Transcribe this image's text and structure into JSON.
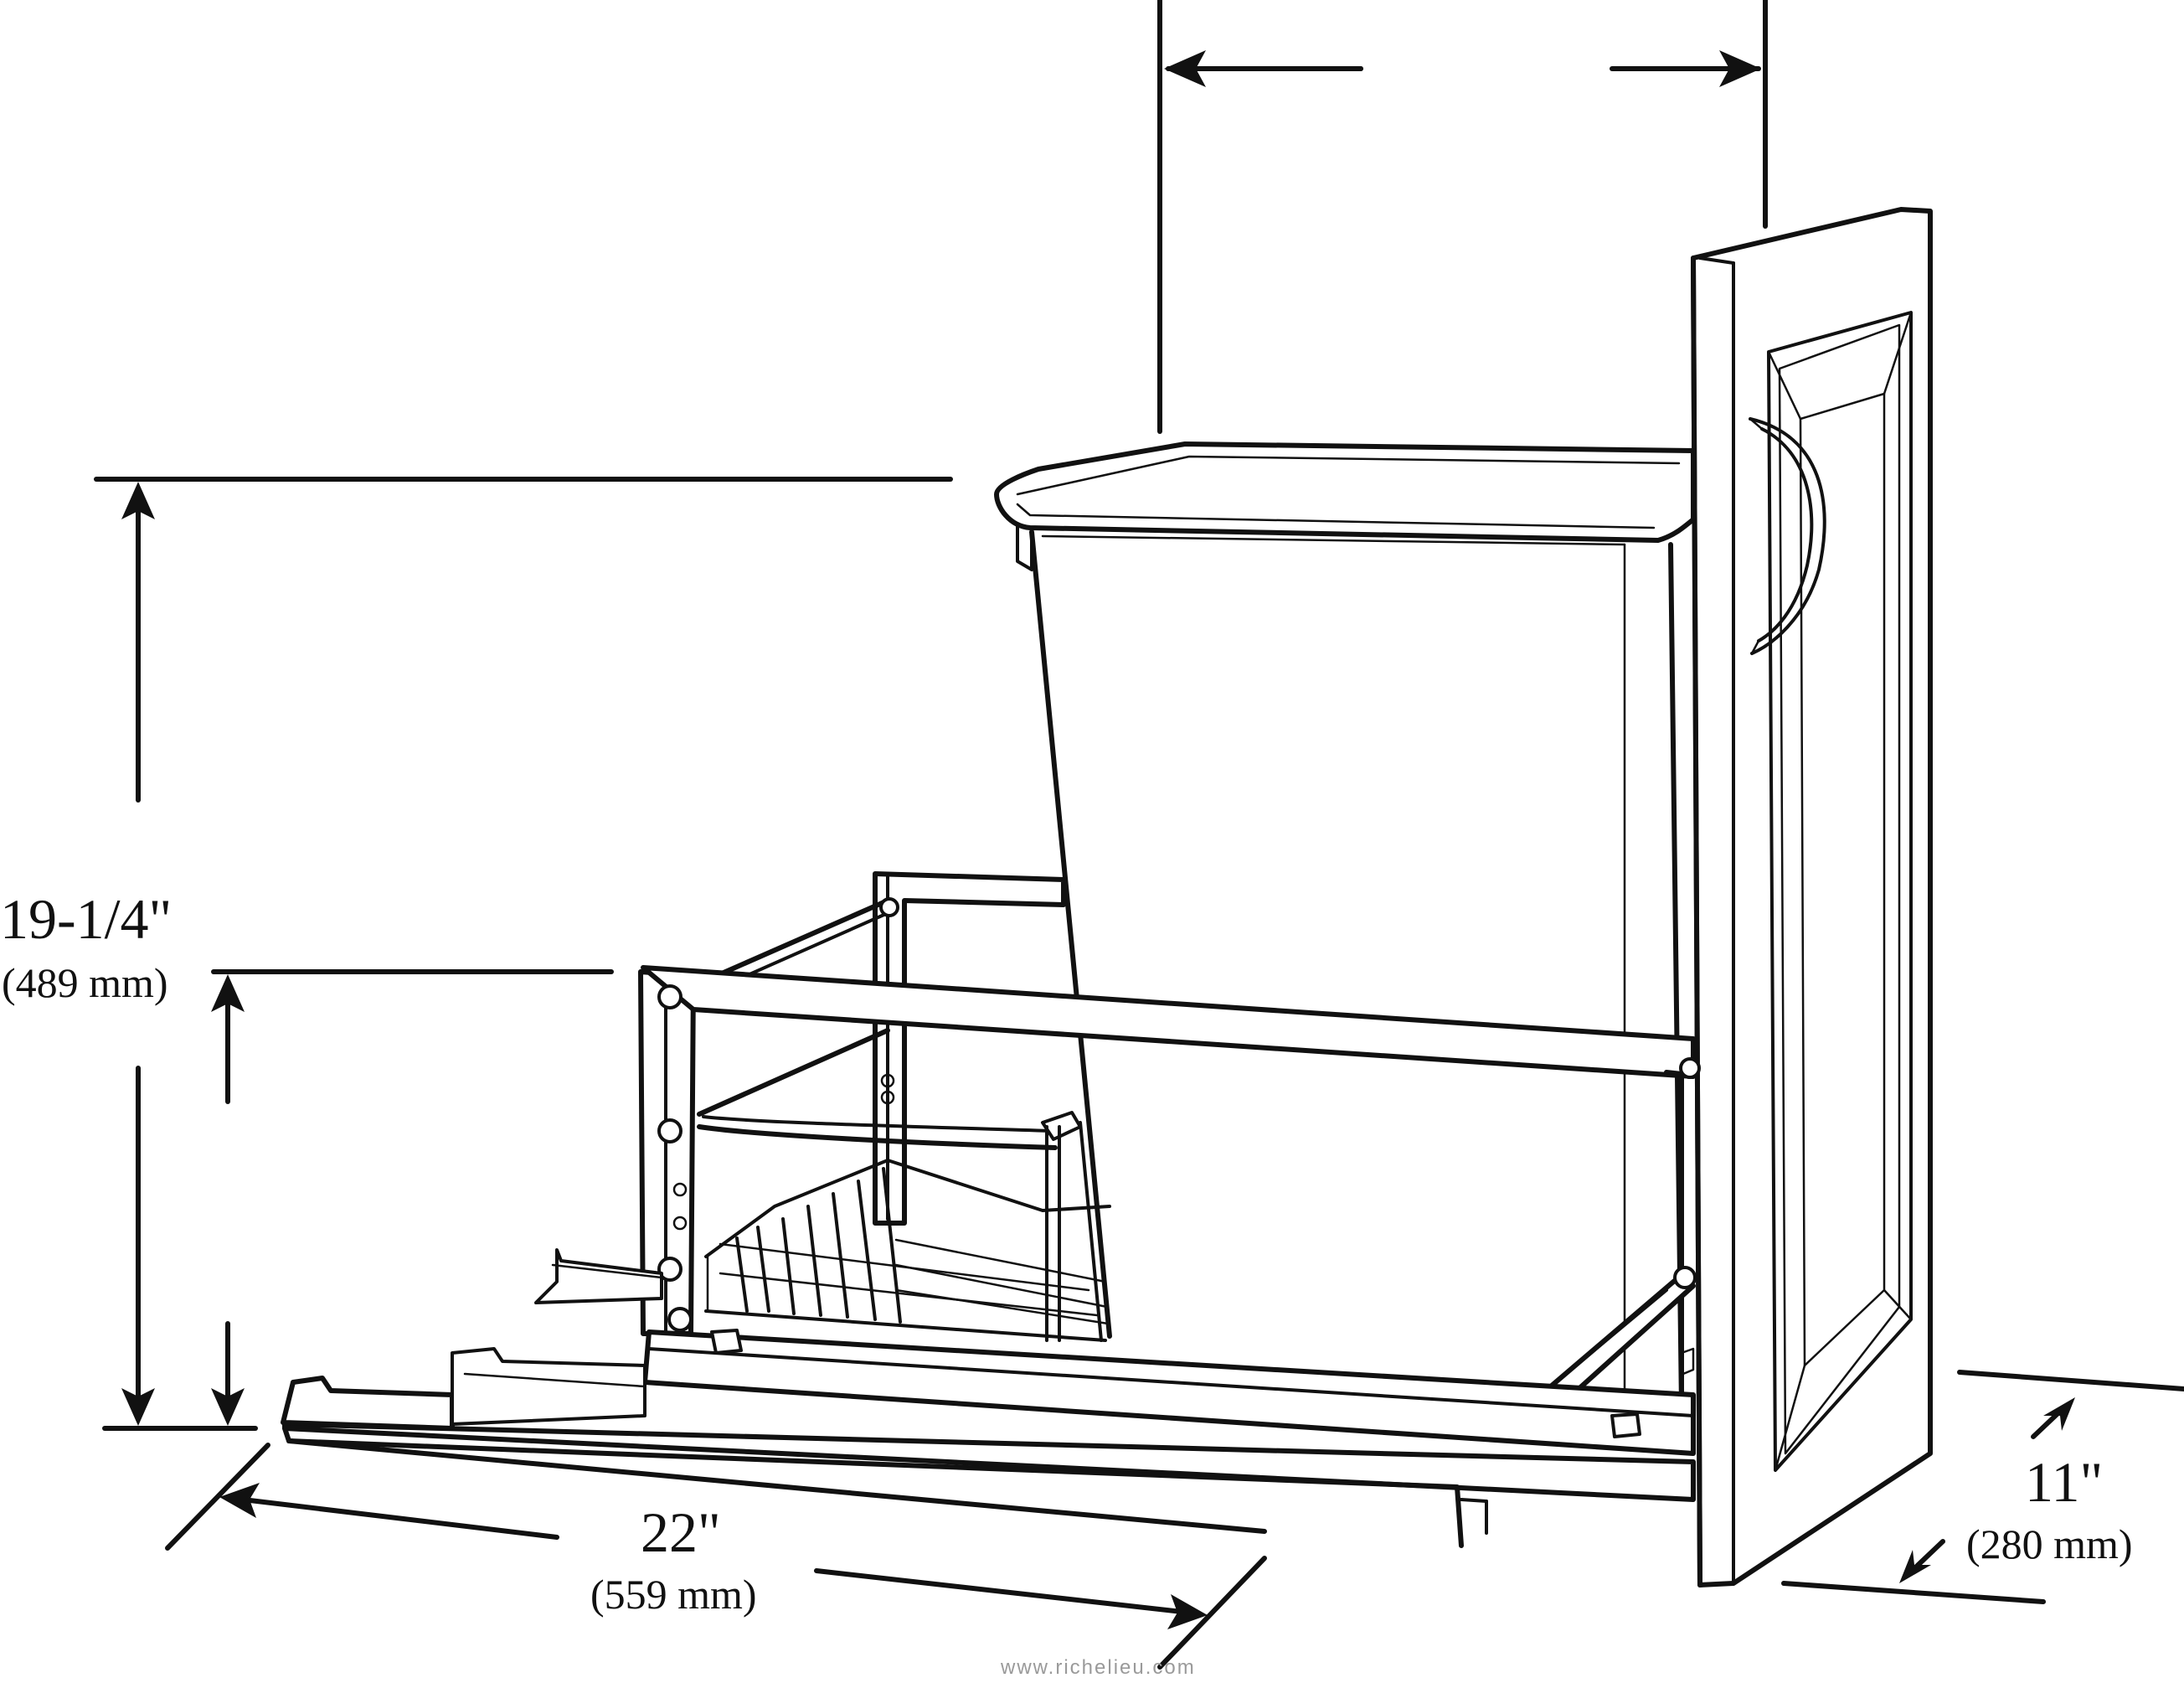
{
  "dimensions": {
    "height": {
      "imperial": "19-1/4\"",
      "metric": "(489 mm)"
    },
    "depth": {
      "imperial": "22\"",
      "metric": "(559 mm)"
    },
    "width": {
      "imperial": "11\"",
      "metric": "(280 mm)"
    }
  },
  "credit": "www.richelieu.com"
}
